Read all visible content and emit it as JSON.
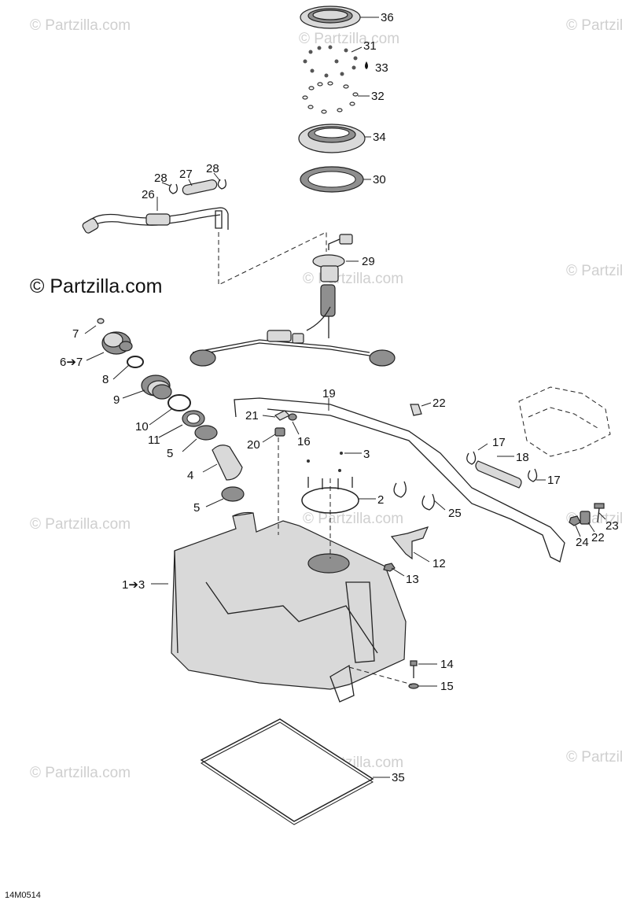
{
  "diagram": {
    "drawing_code": "14M0514",
    "watermark_main": "© Partzilla.com",
    "watermark_faint": "© Partzilla.com",
    "callouts": {
      "c36": "36",
      "c31": "31",
      "c33": "33",
      "c32": "32",
      "c34": "34",
      "c30": "30",
      "c28a": "28",
      "c27": "27",
      "c28b": "28",
      "c26": "26",
      "c29": "29",
      "c7": "7",
      "c6": "6➔7",
      "c8": "8",
      "c9": "9",
      "c10": "10",
      "c11": "11",
      "c5a": "5",
      "c4": "4",
      "c5b": "5",
      "c19": "19",
      "c22a": "22",
      "c21": "21",
      "c16": "16",
      "c20": "20",
      "c3": "3",
      "c2": "2",
      "c17a": "17",
      "c18": "18",
      "c17b": "17",
      "c25": "25",
      "c23": "23",
      "c24": "24",
      "c22b": "22",
      "c12": "12",
      "c13": "13",
      "c1": "1➔3",
      "c14": "14",
      "c15": "15",
      "c35": "35"
    }
  }
}
